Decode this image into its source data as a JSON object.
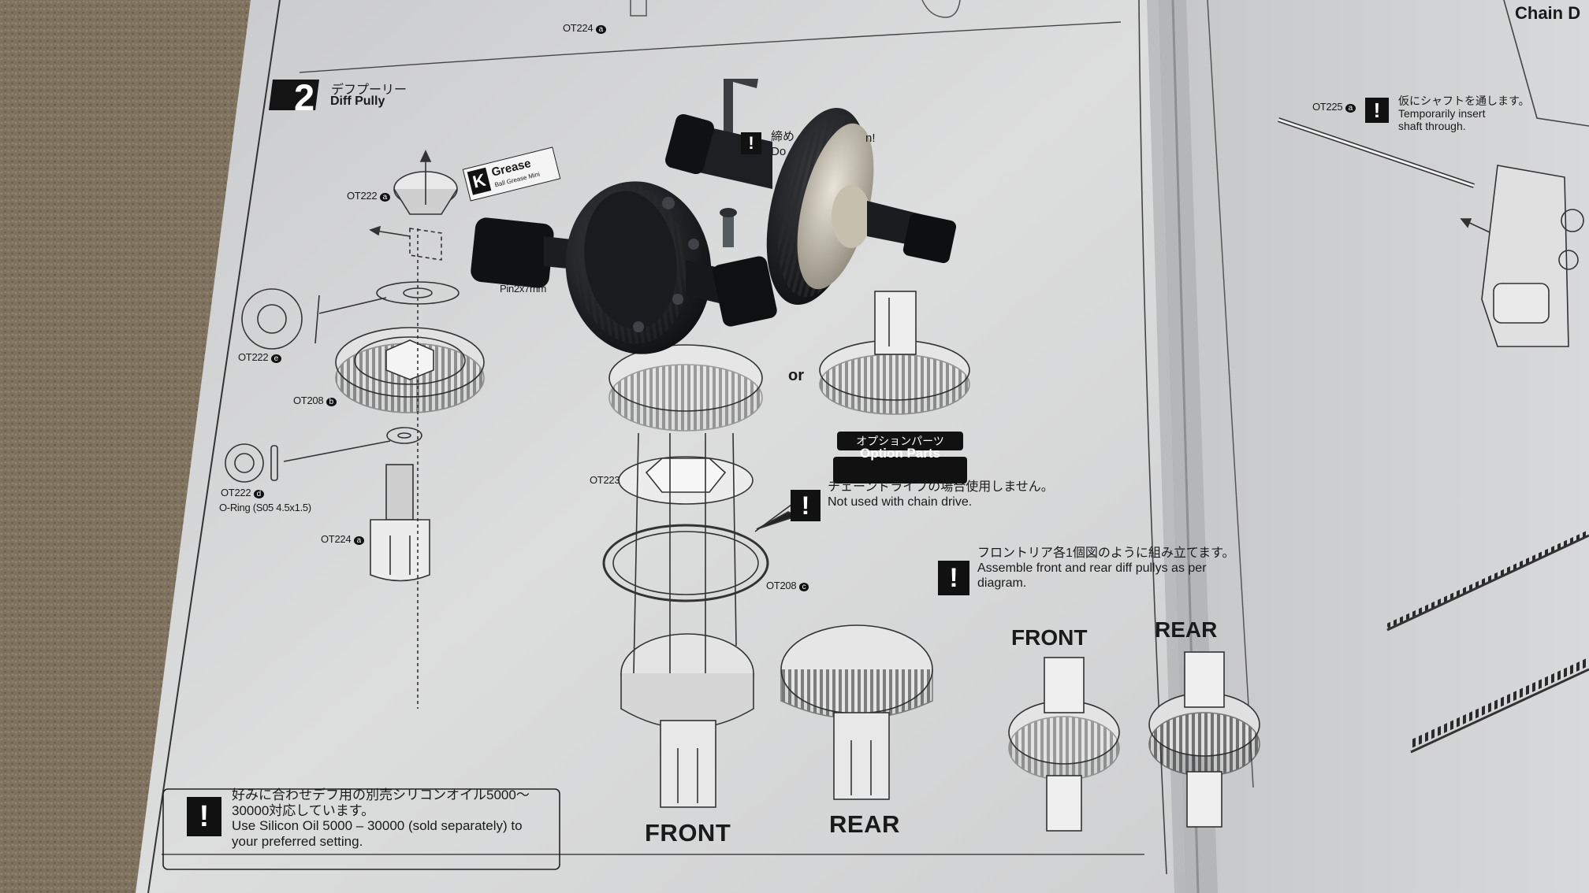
{
  "step": {
    "number": "2",
    "title_jp": "デフプーリー",
    "title_en": "Diff Pully"
  },
  "top_label": "OT224",
  "top_label_badge": "a",
  "chain_heading": "Chain D",
  "shaft_note": {
    "part": "OT225",
    "badge": "a",
    "jp": "仮にシャフトを通します。",
    "en_line1": "Temporarily insert",
    "en_line2": "shaft through."
  },
  "partial_note": {
    "jp": "締め",
    "en": "Do",
    "tail": "n!"
  },
  "grease": {
    "brand_letter": "K",
    "name": "Grease",
    "sub": "Ball Grease Mini"
  },
  "parts": [
    {
      "id": "OT222",
      "badge": "a"
    },
    {
      "id": "OT222",
      "badge": "e"
    },
    {
      "id": "OT208",
      "badge": "b"
    },
    {
      "id": "OT222",
      "badge": "d"
    },
    {
      "id": "OT224",
      "badge": "a"
    },
    {
      "id": "OT223",
      "badge": ""
    },
    {
      "id": "OT208",
      "badge": "c"
    }
  ],
  "pin_label": "Pin2x7mm",
  "oring_label": "O-Ring (S05 4.5x1.5)",
  "or_text": "or",
  "option": {
    "jp": "オプションパーツ",
    "en": "Option Parts"
  },
  "chain_note": {
    "jp": "チェーンドライブの場合使用しません。",
    "en": "Not used with chain drive."
  },
  "assemble_note": {
    "jp": "フロントリア各1個図のように組み立てます。",
    "en_line1": "Assemble front and rear diff pullys as per",
    "en_line2": "diagram."
  },
  "labels": {
    "front_left": "FRONT",
    "rear_left": "REAR",
    "front_right": "FRONT",
    "rear_right": "REAR"
  },
  "oil_note": {
    "jp_line1": "好みに合わせデフ用の別売シリコンオイル5000〜",
    "jp_line2": "30000対応しています。",
    "en_line1": "Use Silicon Oil 5000 – 30000 (sold separately) to",
    "en_line2": "your preferred setting."
  },
  "bang": "!"
}
